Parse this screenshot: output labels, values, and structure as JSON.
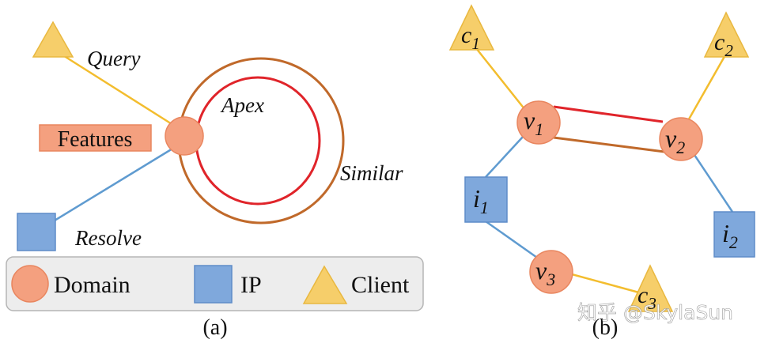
{
  "panel_a": {
    "labels": {
      "query": "Query",
      "features": "Features",
      "apex": "Apex",
      "similar": "Similar",
      "resolve": "Resolve"
    },
    "legend": {
      "domain": "Domain",
      "ip": "IP",
      "client": "Client"
    },
    "caption": "(a)"
  },
  "panel_b": {
    "nodes": {
      "c1": {
        "base": "c",
        "sub": "1"
      },
      "c2": {
        "base": "c",
        "sub": "2"
      },
      "c3": {
        "base": "c",
        "sub": "3"
      },
      "v1": {
        "base": "v",
        "sub": "1"
      },
      "v2": {
        "base": "v",
        "sub": "2"
      },
      "v3": {
        "base": "v",
        "sub": "3"
      },
      "i1": {
        "base": "i",
        "sub": "1"
      },
      "i2": {
        "base": "i",
        "sub": "2"
      }
    },
    "caption": "(b)"
  },
  "watermark": "知乎 @SkylaSun",
  "colors": {
    "domain_fill": "#F4A07F",
    "domain_stroke": "#E9865F",
    "ip_fill": "#7FA8DC",
    "ip_stroke": "#5E8CC8",
    "client_fill": "#F6CE6A",
    "client_stroke": "#E9B83F",
    "query_edge": "#F3BD2E",
    "resolve_edge": "#5F9BD0",
    "apex_edge": "#E0242A",
    "similar_edge": "#C0692A",
    "legend_bg": "#EDEDED",
    "legend_border": "#B5B5B5"
  }
}
